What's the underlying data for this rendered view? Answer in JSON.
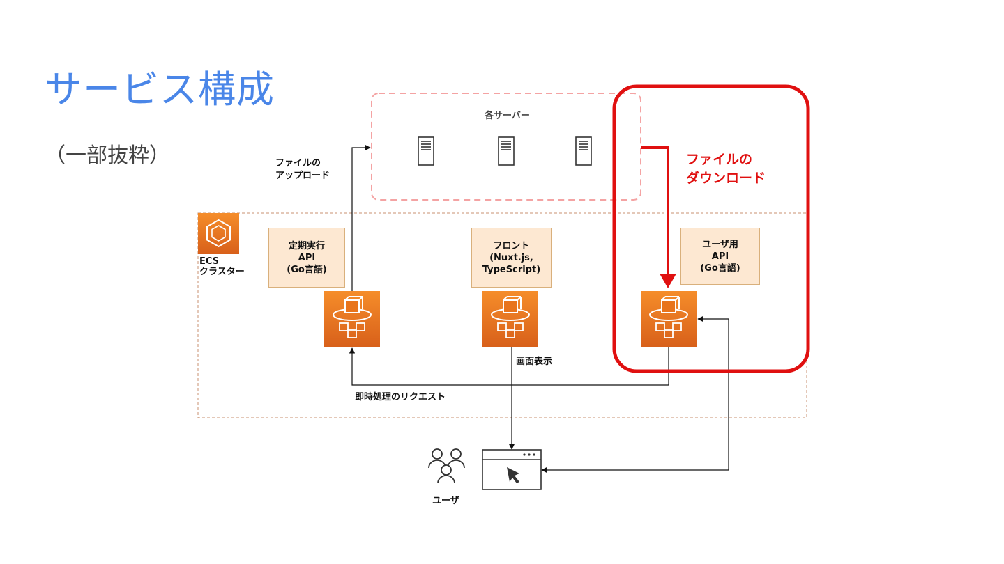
{
  "slide": {
    "title": "サービス構成",
    "subtitle": "（一部抜粋）"
  },
  "servers": {
    "group_label": "各サーバー"
  },
  "ecs": {
    "label_line1": "ECS",
    "label_line2": "クラスター"
  },
  "services": [
    {
      "box_text": "定期実行\nAPI\n(Go言語)"
    },
    {
      "box_text": "フロント\n(Nuxt.js,\nTypeScript)"
    },
    {
      "box_text": "ユーザ用\nAPI\n(Go言語)"
    }
  ],
  "edges": {
    "upload_line1": "ファイルの",
    "upload_line2": "アップロード",
    "download_line1": "ファイルの",
    "download_line2": "ダウンロード",
    "display": "画面表示",
    "request": "即時処理のリクエスト"
  },
  "user": {
    "label": "ユーザ"
  },
  "colors": {
    "title": "#4a86e8",
    "highlight": "#e01010",
    "aws_orange": "#e8741b",
    "label_box": "#fde8d2"
  }
}
